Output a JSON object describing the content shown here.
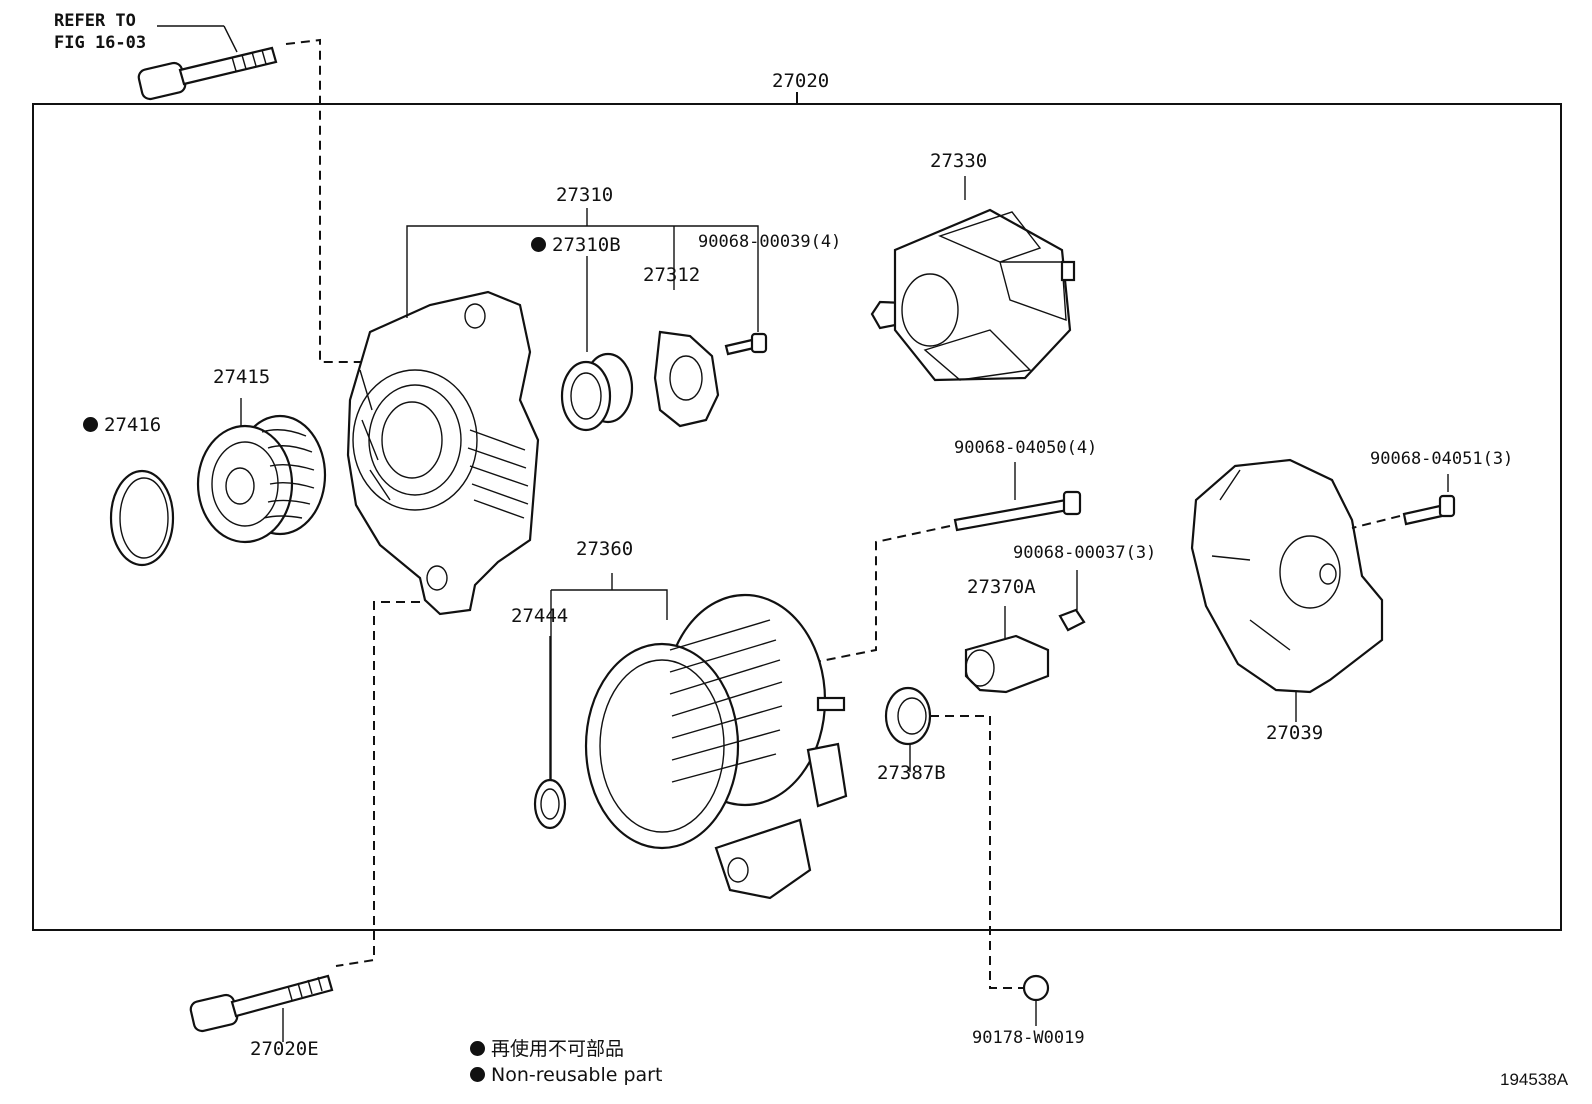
{
  "refer_note": "REFER TO\nFIG 16-03",
  "assembly_label": "27020",
  "part_labels": {
    "p27310": "27310",
    "p27310B": "27310B",
    "p90068_00039": "90068-00039(4)",
    "p27312": "27312",
    "p27330": "27330",
    "p27415": "27415",
    "p27416": "27416",
    "p90068_04050": "90068-04050(4)",
    "p90068_04051": "90068-04051(3)",
    "p27360": "27360",
    "p90068_00037": "90068-00037(3)",
    "p27370A": "27370A",
    "p27444": "27444",
    "p27039": "27039",
    "p27387B": "27387B",
    "p27020E": "27020E",
    "p90178_W0019": "90178-W0019"
  },
  "legend": {
    "japanese": "再使用不可部品",
    "english": "Non-reusable part"
  },
  "figure_code": "194538A"
}
